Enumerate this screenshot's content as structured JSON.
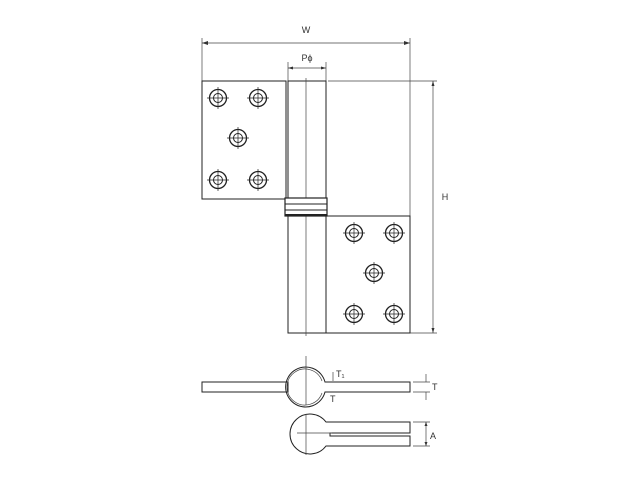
{
  "labels": {
    "width": "W",
    "pin_diameter": "Pϕ",
    "height": "H",
    "leaf_thickness_t1": "T₁",
    "thickness": "T",
    "thickness_ref": "T",
    "closed_gap": "A"
  }
}
